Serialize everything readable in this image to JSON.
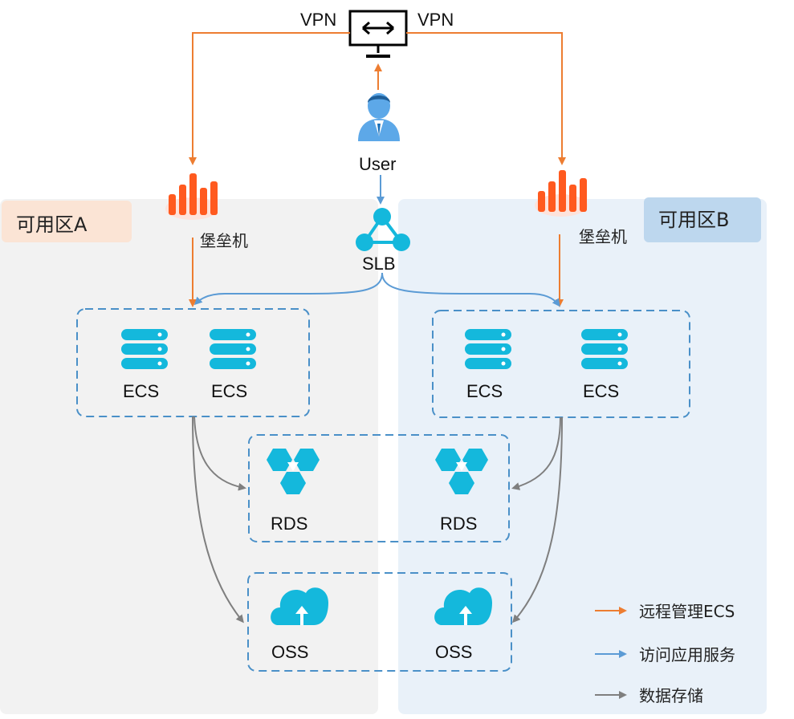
{
  "zones": {
    "a_label": "可用区A",
    "b_label": "可用区B"
  },
  "top": {
    "vpn_left": "VPN",
    "vpn_right": "VPN",
    "user_label": "User",
    "slb_label": "SLB"
  },
  "bastion": {
    "left_label": "堡垒机",
    "right_label": "堡垒机"
  },
  "ecs": {
    "a1": "ECS",
    "a2": "ECS",
    "b1": "ECS",
    "b2": "ECS"
  },
  "rds": {
    "a": "RDS",
    "b": "RDS"
  },
  "oss": {
    "a": "OSS",
    "b": "OSS"
  },
  "legend": {
    "items": [
      {
        "label": "远程管理ECS",
        "color": "#ed7d31"
      },
      {
        "label": "访问应用服务",
        "color": "#5b9bd5"
      },
      {
        "label": "数据存储",
        "color": "#7f7f7f"
      }
    ]
  },
  "colors": {
    "orange": "#ed7d31",
    "blue": "#5b9bd5",
    "gray": "#7f7f7f",
    "icon_cyan": "#14b8dc",
    "zone_a_bg": "#f2f2f2",
    "zone_b_bg": "#e9f1f9"
  },
  "icons": {
    "vpn": "vpn-gateway-icon",
    "user": "user-icon",
    "slb": "slb-icon",
    "bastion": "bastion-host-icon",
    "ecs": "ecs-server-icon",
    "rds": "rds-database-icon",
    "oss": "oss-storage-icon"
  }
}
